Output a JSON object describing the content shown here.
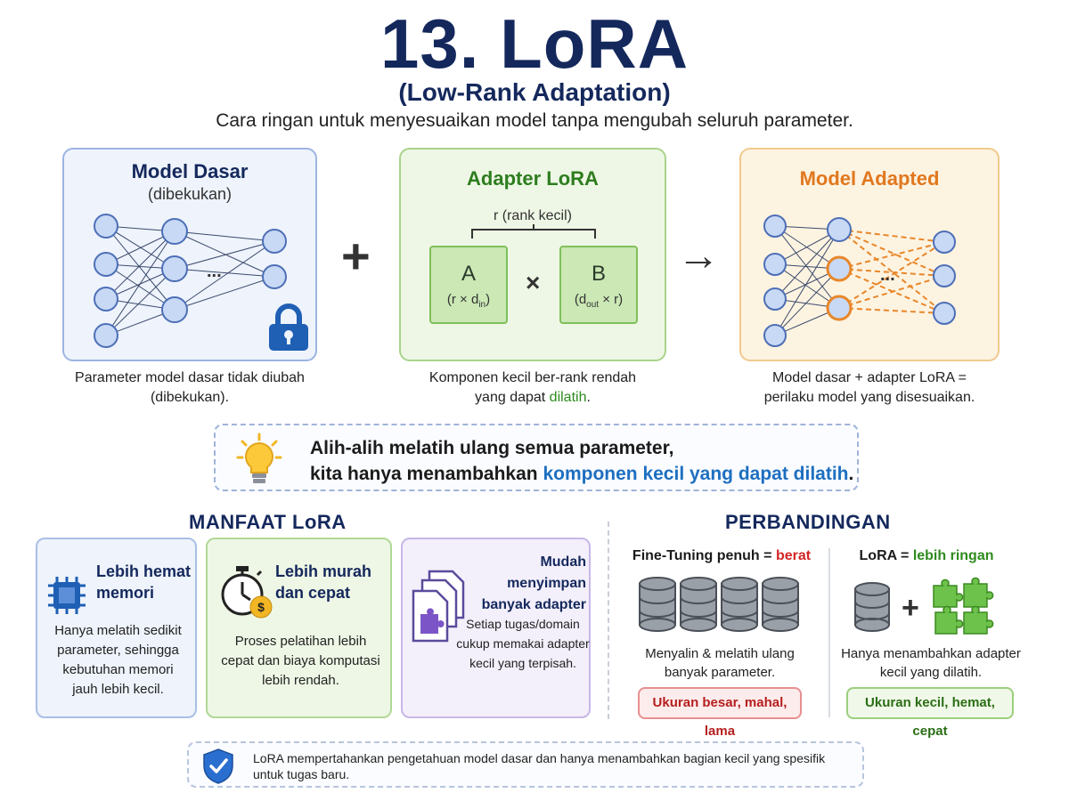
{
  "header": {
    "title": "13. LoRA",
    "subtitle": "(Low-Rank Adaptation)",
    "tagline": "Cara ringan untuk menyesuaikan model tanpa mengubah seluruh parameter."
  },
  "base_model": {
    "title": "Model Dasar",
    "subtitle": "(dibekukan)",
    "ellipsis": "...",
    "caption_line1": "Parameter model dasar tidak diubah",
    "caption_line2": "(dibekukan)."
  },
  "operators": {
    "plus": "+",
    "times": "×",
    "arrow": "→"
  },
  "lora_adapter": {
    "title": "Adapter LoRA",
    "rank_label": "r (rank kecil)",
    "matrix_a": {
      "letter": "A",
      "dim_prefix": "(r × d",
      "dim_sub": "in",
      "dim_suffix": ")"
    },
    "matrix_b": {
      "letter": "B",
      "dim_prefix": "(d",
      "dim_sub": "out",
      "dim_suffix": " × r)"
    },
    "caption_line1": "Komponen kecil ber-rank rendah",
    "caption_line2_prefix": "yang dapat ",
    "caption_line2_highlight": "dilatih",
    "caption_line2_suffix": "."
  },
  "adapted_model": {
    "title": "Model Adapted",
    "ellipsis": "...",
    "caption_line1": "Model dasar + adapter LoRA =",
    "caption_line2": "perilaku model yang disesuaikan."
  },
  "insight": {
    "line1": "Alih-alih melatih ulang semua parameter,",
    "line2_prefix": "kita hanya menambahkan ",
    "line2_highlight": "komponen kecil yang dapat dilatih",
    "line2_suffix": "."
  },
  "benefits": {
    "section_title": "MANFAAT LoRA",
    "items": [
      {
        "title_line1": "Lebih hemat",
        "title_line2": "memori",
        "text_lines": [
          "Hanya melatih sedikit",
          "parameter, sehingga",
          "kebutuhan memori",
          "jauh lebih kecil."
        ]
      },
      {
        "title_line1": "Lebih murah",
        "title_line2": "dan cepat",
        "text_lines": [
          "Proses pelatihan lebih",
          "cepat dan biaya komputasi",
          "lebih rendah."
        ]
      },
      {
        "title_line1": "Mudah menyimpan",
        "title_line2": "banyak adapter",
        "text_lines": [
          "Setiap tugas/domain",
          "cukup memakai adapter",
          "kecil yang terpisah."
        ]
      }
    ]
  },
  "comparison": {
    "section_title": "PERBANDINGAN",
    "full": {
      "title_prefix": "Fine-Tuning penuh = ",
      "title_highlight": "berat",
      "text_line1": "Menyalin & melatih ulang",
      "text_line2": "banyak parameter.",
      "pill": "Ukuran besar, mahal, lama"
    },
    "lora": {
      "title_prefix": "LoRA = ",
      "title_highlight": "lebih ringan",
      "plus": "+",
      "text_line1": "Hanya menambahkan adapter",
      "text_line2": "kecil yang dilatih.",
      "pill": "Ukuran kecil, hemat, cepat"
    }
  },
  "footer_note": {
    "line1": "LoRA mempertahankan pengetahuan model dasar dan hanya menambahkan bagian kecil yang spesifik",
    "line2": "untuk tugas baru."
  },
  "colors": {
    "navy": "#14285c",
    "green_accent": "#2e8b1e",
    "orange_accent": "#e0781e",
    "blue_accent": "#1d6fc0",
    "red_accent": "#d32525"
  }
}
